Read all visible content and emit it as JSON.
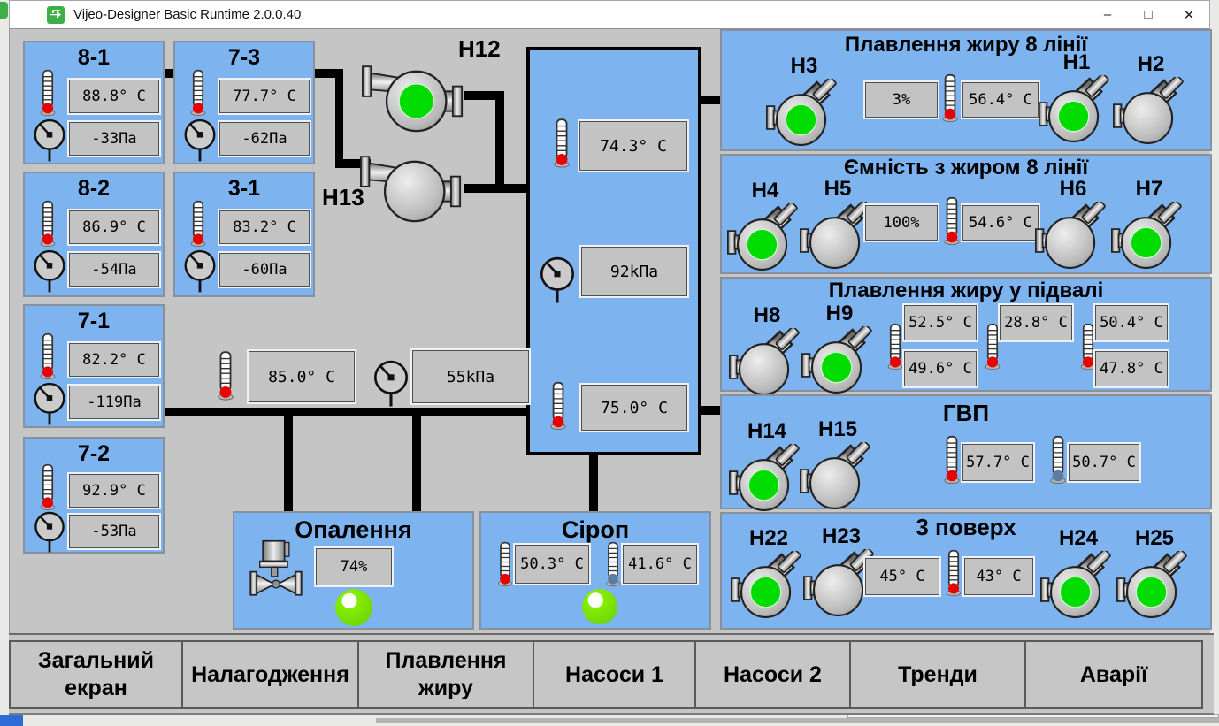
{
  "window": {
    "title": "Vijeo-Designer Basic Runtime 2.0.0.40",
    "controls": {
      "minimize": "–",
      "maximize": "□",
      "close": "✕"
    }
  },
  "colors": {
    "panel_blue": "#7db4f0",
    "pump_on_green": "#00dc00",
    "light_lime": "#86ee04",
    "pipe_black": "#000000"
  },
  "boilers": [
    {
      "id": "8-1",
      "temp": "88.8° C",
      "pressure": "-33Па"
    },
    {
      "id": "7-3",
      "temp": "77.7° C",
      "pressure": "-62Па"
    },
    {
      "id": "8-2",
      "temp": "86.9° C",
      "pressure": "-54Па"
    },
    {
      "id": "3-1",
      "temp": "83.2° C",
      "pressure": "-60Па"
    },
    {
      "id": "7-1",
      "temp": "82.2° C",
      "pressure": "-119Па"
    },
    {
      "id": "7-2",
      "temp": "92.9° C",
      "pressure": "-53Па"
    }
  ],
  "center": {
    "h12": {
      "label": "Н12",
      "on": true
    },
    "h13": {
      "label": "Н13",
      "on": false
    },
    "tank": {
      "temp_top": "74.3° C",
      "pressure": "92kПа",
      "temp_bottom": "75.0° C"
    },
    "line": {
      "temp": "85.0° C",
      "pressure": "55kПа"
    }
  },
  "heating": {
    "title": "Опалення",
    "percent": "74%",
    "light_on": true
  },
  "syrup": {
    "title": "Сіроп",
    "temp1": "50.3° C",
    "temp2": "41.6° C",
    "light_on": true
  },
  "fat8": {
    "title": "Плавлення жиру 8 лінії",
    "percent": "3%",
    "temp": "56.4° C",
    "pumps": {
      "h3": {
        "label": "Н3",
        "on": true
      },
      "h1": {
        "label": "Н1",
        "on": true
      },
      "h2": {
        "label": "Н2",
        "on": false
      }
    }
  },
  "tank8": {
    "title": "Ємність з жиром 8 лінії",
    "percent": "100%",
    "temp": "54.6° C",
    "pumps": {
      "h4": {
        "label": "Н4",
        "on": true
      },
      "h5": {
        "label": "Н5",
        "on": false
      },
      "h6": {
        "label": "Н6",
        "on": false
      },
      "h7": {
        "label": "Н7",
        "on": true
      }
    }
  },
  "basement": {
    "title": "Плавлення жиру у підвалі",
    "pumps": {
      "h8": {
        "label": "Н8",
        "on": false
      },
      "h9": {
        "label": "Н9",
        "on": true
      }
    },
    "t1_top": "52.5° C",
    "t1_bottom": "49.6° C",
    "t2_top": "28.8° C",
    "t3_top": "50.4° C",
    "t3_bottom": "47.8° C"
  },
  "gvp": {
    "title": "ГВП",
    "pumps": {
      "h14": {
        "label": "Н14",
        "on": true
      },
      "h15": {
        "label": "Н15",
        "on": false
      }
    },
    "temp1": "57.7° C",
    "temp2": "50.7° C"
  },
  "floor3": {
    "title": "3 поверх",
    "pumps": {
      "h22": {
        "label": "Н22",
        "on": true
      },
      "h23": {
        "label": "Н23",
        "on": false
      },
      "h24": {
        "label": "Н24",
        "on": true
      },
      "h25": {
        "label": "Н25",
        "on": true
      }
    },
    "temp1": "45° C",
    "temp2": "43° C"
  },
  "nav": [
    {
      "label": "Загальний екран"
    },
    {
      "label": "Налагодження"
    },
    {
      "label": "Плавлення жиру"
    },
    {
      "label": "Насоси 1"
    },
    {
      "label": "Насоси 2"
    },
    {
      "label": "Тренди"
    },
    {
      "label": "Аварії"
    }
  ]
}
